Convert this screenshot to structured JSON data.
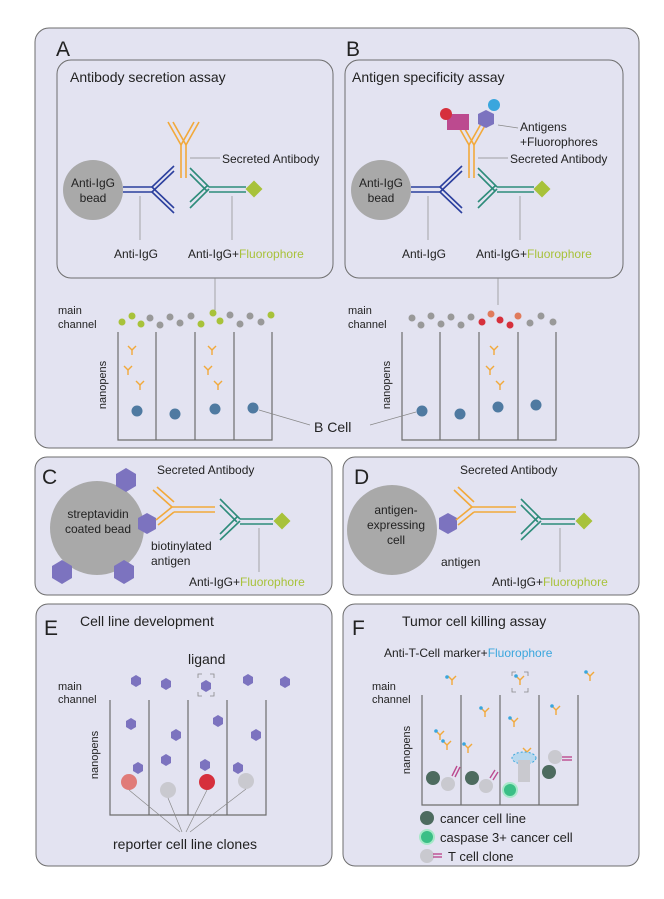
{
  "panels": {
    "A": {
      "letter": "A",
      "title": "Antibody secretion assay",
      "bead": [
        "Anti-IgG",
        "bead"
      ],
      "secreted_antibody": "Secreted Antibody",
      "anti_igg": "Anti-IgG",
      "detect_prefix": "Anti-IgG+",
      "fluorophore": "Fluorophore",
      "main_channel": [
        "main",
        "channel"
      ],
      "nanopens": "nanopens"
    },
    "B": {
      "letter": "B",
      "title": "Antigen specificity assay",
      "bead": [
        "Anti-IgG",
        "bead"
      ],
      "antigens": [
        "Antigens",
        "+Fluorophores"
      ],
      "secreted_antibody": "Secreted Antibody",
      "anti_igg": "Anti-IgG",
      "detect_prefix": "Anti-IgG+",
      "fluorophore": "Fluorophore",
      "main_channel": [
        "main",
        "channel"
      ],
      "nanopens": "nanopens"
    },
    "AB_shared": {
      "b_cell": "B Cell"
    },
    "C": {
      "letter": "C",
      "secreted_antibody": "Secreted Antibody",
      "bead": [
        "streptavidin",
        "coated bead"
      ],
      "antigen": [
        "biotinylated",
        "antigen"
      ],
      "detect_prefix": "Anti-IgG+",
      "fluorophore": "Fluorophore"
    },
    "D": {
      "letter": "D",
      "secreted_antibody": "Secreted Antibody",
      "cell": [
        "antigen-",
        "expressing",
        "cell"
      ],
      "antigen": "antigen",
      "detect_prefix": "Anti-IgG+",
      "fluorophore": "Fluorophore"
    },
    "E": {
      "letter": "E",
      "title": "Cell line development",
      "ligand": "ligand",
      "main_channel": [
        "main",
        "channel"
      ],
      "nanopens": "nanopens",
      "clones": "reporter cell line clones"
    },
    "F": {
      "letter": "F",
      "title": "Tumor cell killing assay",
      "marker_prefix": "Anti-T-Cell marker+",
      "fluorophore": "Fluorophore",
      "main_channel": [
        "main",
        "channel"
      ],
      "nanopens": "nanopens",
      "legend": [
        "cancer cell line",
        "caspase 3+ cancer cell",
        "T cell clone"
      ]
    }
  },
  "colors": {
    "panel_bg": "#e3e3f1",
    "panel_stroke": "#6e6e6e",
    "bead_gray": "#a9a9a9",
    "hexagon_purple": "#7c73bf",
    "fluor_green": "#a8c23a",
    "fluor_blue": "#3aa6dd",
    "cell_blue": "#4f7aa1",
    "ab_orange": "#f2a93b",
    "ab_blue": "#2b3f9e",
    "ab_teal": "#2d8c7a",
    "red": "#d6303c",
    "magenta": "#bc4a8f",
    "cancer_dark": "#4d6b5f",
    "caspase_green": "#3bbf86"
  },
  "icons": [
    "antibody-icon",
    "hexagon-antigen-icon",
    "fluorophore-diamond-icon",
    "cell-icon"
  ]
}
